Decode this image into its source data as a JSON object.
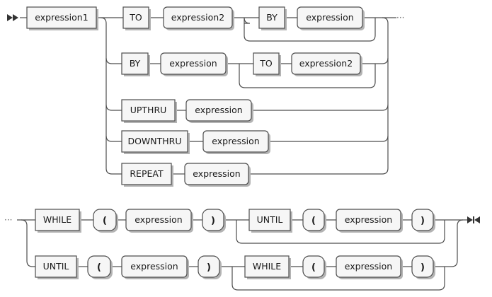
{
  "diagram": {
    "nodes": {
      "expression1": "expression1",
      "to": "TO",
      "expression2": "expression2",
      "by": "BY",
      "expression": "expression",
      "upthru": "UPTHRU",
      "downthru": "DOWNTHRU",
      "repeat": "REPEAT",
      "while": "WHILE",
      "until": "UNTIL",
      "open_paren": "(",
      "close_paren": ")"
    },
    "continuation": "···"
  }
}
